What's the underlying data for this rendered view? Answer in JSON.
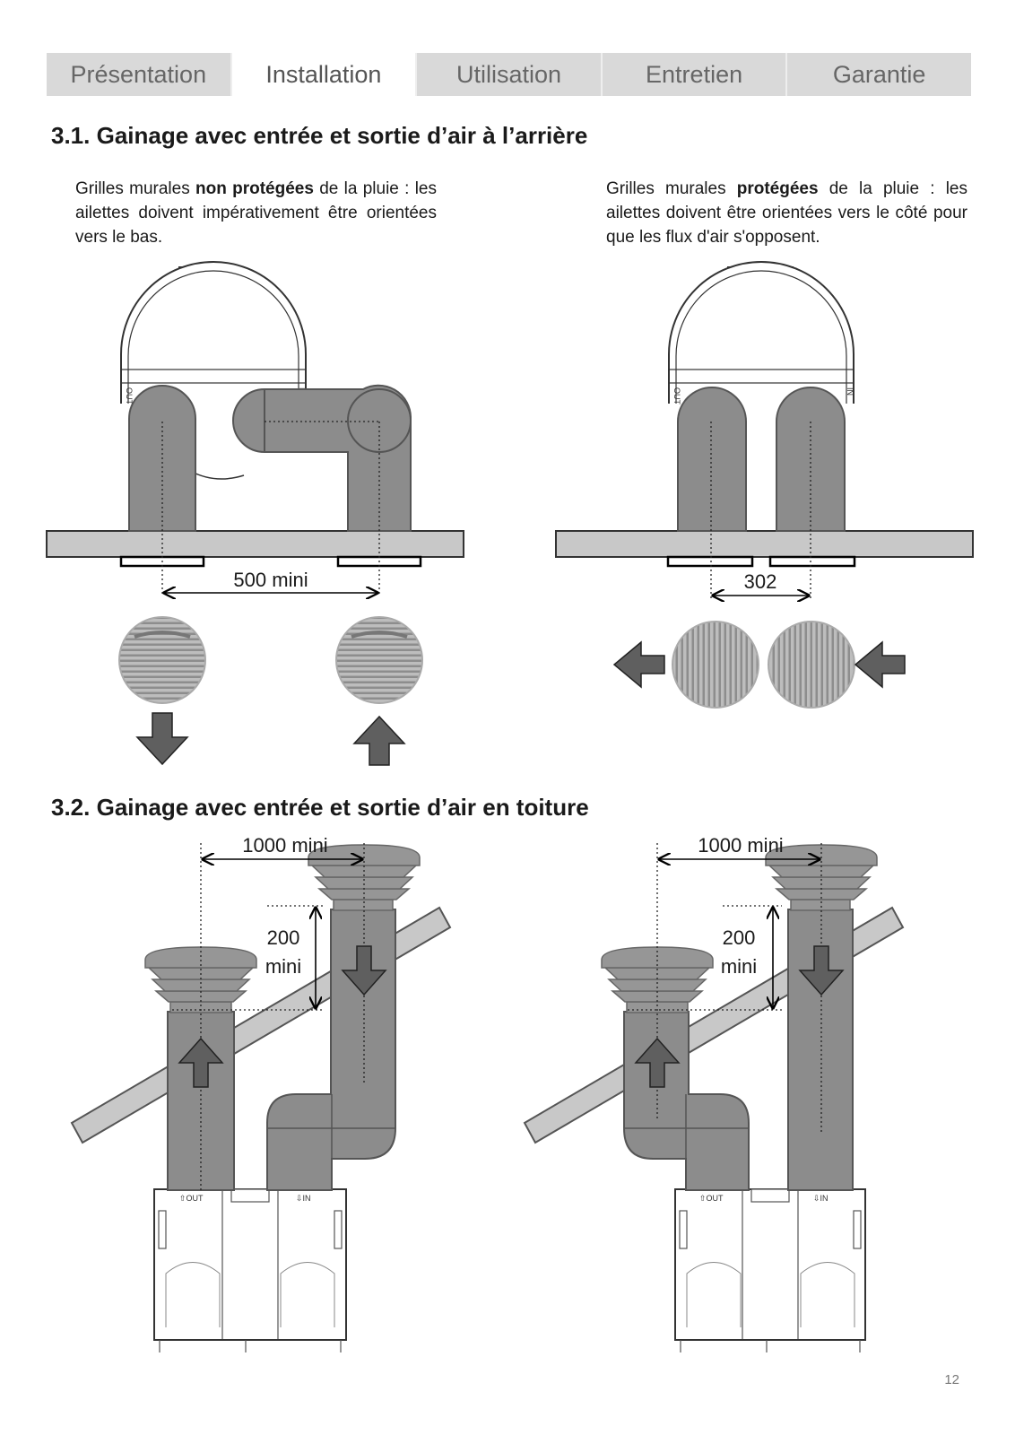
{
  "tabs": [
    {
      "label": "Présentation",
      "active": false
    },
    {
      "label": "Installation",
      "active": true
    },
    {
      "label": "Utilisation",
      "active": false
    },
    {
      "label": "Entretien",
      "active": false
    },
    {
      "label": "Garantie",
      "active": false
    }
  ],
  "section1": {
    "title": "3.1. Gainage avec entrée et sortie d’air à l’arrière",
    "left_note": {
      "prefix": "Grilles murales ",
      "bold": "non protégées",
      "suffix": " de la pluie : les ailettes doivent impérativement être orientées vers le bas."
    },
    "right_note": {
      "prefix": "Grilles murales ",
      "bold": "protégées",
      "suffix": " de la pluie : les ailettes doivent être orientées vers le côté pour que les flux d'air s'opposent."
    },
    "left_dimension": "500 mini",
    "right_dimension": "302",
    "unit_labels": {
      "out": "OUT",
      "in": "IN"
    }
  },
  "section2": {
    "title": "3.2. Gainage avec entrée et sortie d’air en toiture",
    "left_dimension_horizontal": "1000 mini",
    "left_dimension_vertical_value": "200",
    "left_dimension_vertical_unit": "mini",
    "right_dimension_horizontal": "1000 mini",
    "right_dimension_vertical_value": "200",
    "right_dimension_vertical_unit": "mini",
    "unit_labels": {
      "out": "⇧OUT",
      "in": "⇩IN"
    }
  },
  "page_number": "12",
  "colors": {
    "duct": "#8c8c8c",
    "arrow": "#5f5f5f",
    "wall": "#c8c8c8",
    "cap": "#969696"
  }
}
